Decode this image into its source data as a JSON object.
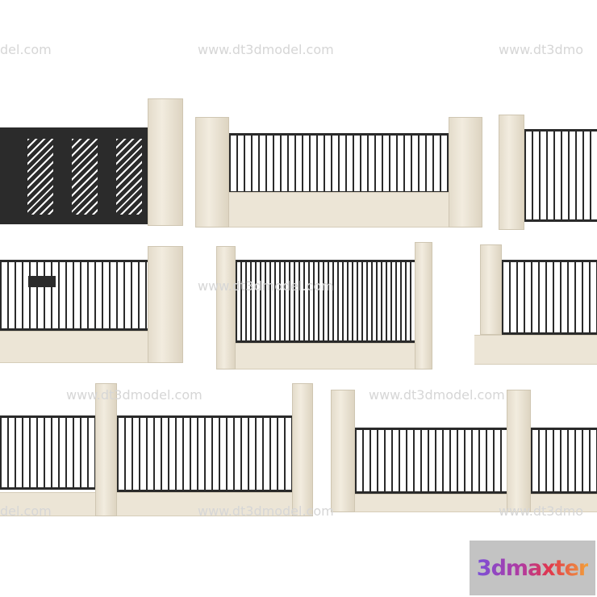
{
  "watermark": "www.dt3dmodel.com",
  "watermark_partial_left": "del.com",
  "watermark_partial_right": "www.dt3dmo",
  "logo": {
    "text": "3dmaxter",
    "background": "#c3c3c3"
  },
  "colors": {
    "iron": "#2a2a2a",
    "stone": "#ece5d6"
  }
}
